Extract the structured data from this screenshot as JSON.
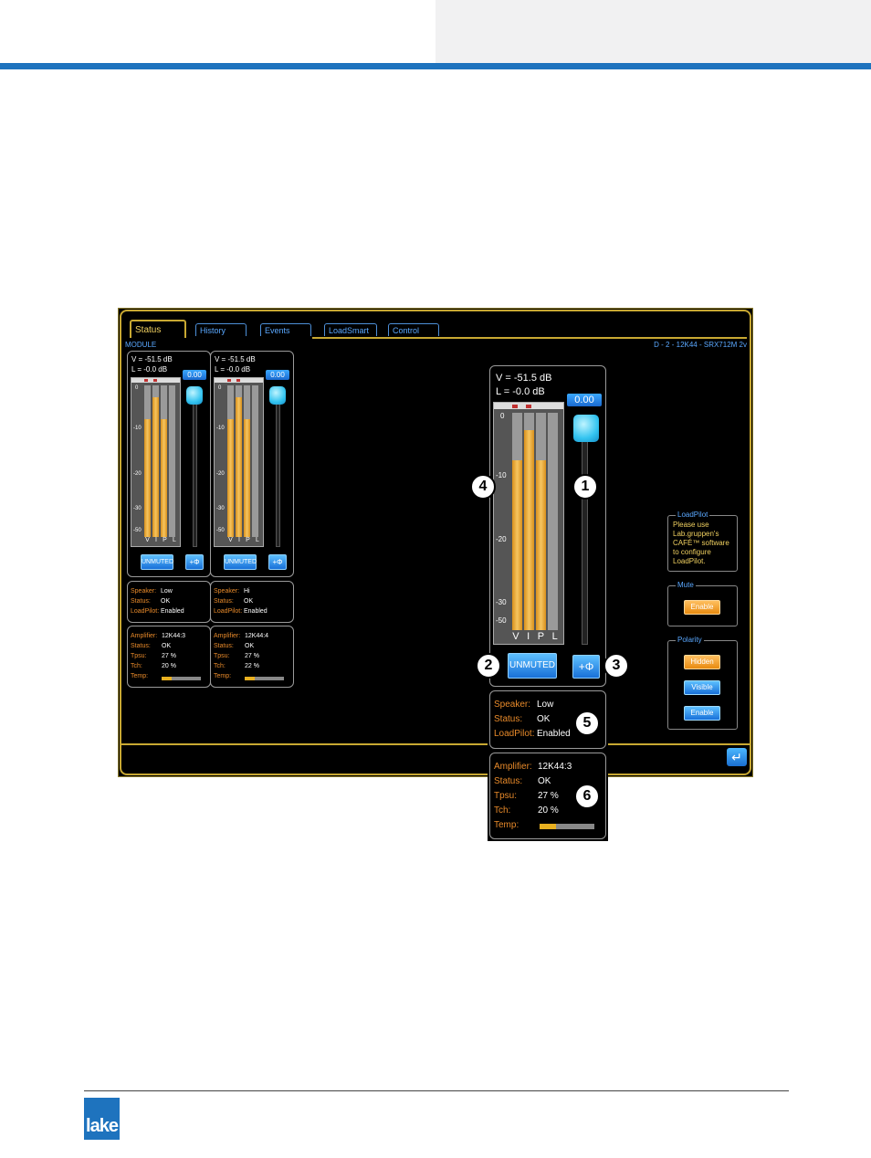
{
  "tabs": [
    {
      "label": "Status",
      "active": true
    },
    {
      "label": "History"
    },
    {
      "label": "Events"
    },
    {
      "label": "LoadSmart"
    },
    {
      "label": "Control"
    }
  ],
  "module_label": "MODULE",
  "device_label": "D - 2 - 12K44 - SRX712M 2v",
  "channels": [
    {
      "v": "V = -51.5 dB",
      "l": "L = -0.0 dB",
      "gain": "0.00",
      "meters": {
        "V": 0.78,
        "I": 0.92,
        "P": 0.78,
        "L": 0.0
      },
      "mute_label": "UNMUTED",
      "polarity_label": "+Φ",
      "speaker": {
        "k": "Speaker:",
        "v": "Low"
      },
      "status": {
        "k": "Status:",
        "v": "OK"
      },
      "loadpilot": {
        "k": "LoadPilot:",
        "v": "Enabled"
      },
      "amplifier": {
        "k": "Amplifier:",
        "v": "12K44:3"
      },
      "amp_status": {
        "k": "Status:",
        "v": "OK"
      },
      "tpsu": {
        "k": "Tpsu:",
        "v": "27 %"
      },
      "tch": {
        "k": "Tch:",
        "v": "20 %"
      },
      "temp": {
        "k": "Temp:",
        "level": 0.25
      }
    },
    {
      "v": "V = -51.5 dB",
      "l": "L = -0.0 dB",
      "gain": "0.00",
      "meters": {
        "V": 0.78,
        "I": 0.92,
        "P": 0.78,
        "L": 0.0
      },
      "mute_label": "UNMUTED",
      "polarity_label": "+Φ",
      "speaker": {
        "k": "Speaker:",
        "v": "Hi"
      },
      "status": {
        "k": "Status:",
        "v": "OK"
      },
      "loadpilot": {
        "k": "LoadPilot:",
        "v": "Enabled"
      },
      "amplifier": {
        "k": "Amplifier:",
        "v": "12K44:4"
      },
      "amp_status": {
        "k": "Status:",
        "v": "OK"
      },
      "tpsu": {
        "k": "Tpsu:",
        "v": "27 %"
      },
      "tch": {
        "k": "Tch:",
        "v": "22 %"
      },
      "temp": {
        "k": "Temp:",
        "level": 0.25
      }
    }
  ],
  "zoom": {
    "v": "V = -51.5 dB",
    "l": "L = -0.0 dB",
    "gain": "0.00",
    "meters": {
      "V": 0.78,
      "I": 0.92,
      "P": 0.78,
      "L": 0.0
    },
    "mute_label": "UNMUTED",
    "polarity_label": "+Φ",
    "speaker": {
      "k": "Speaker:",
      "v": "Low"
    },
    "status": {
      "k": "Status:",
      "v": "OK"
    },
    "loadpilot": {
      "k": "LoadPilot:",
      "v": "Enabled"
    },
    "amplifier": {
      "k": "Amplifier:",
      "v": "12K44:3"
    },
    "amp_status": {
      "k": "Status:",
      "v": "OK"
    },
    "tpsu": {
      "k": "Tpsu:",
      "v": "27 %"
    },
    "tch": {
      "k": "Tch:",
      "v": "20 %"
    },
    "temp": {
      "k": "Temp:",
      "level": 0.3
    }
  },
  "meter_scale": [
    "0",
    "-10",
    "-20",
    "-30",
    "-50"
  ],
  "meter_letters": [
    "V",
    "I",
    "P",
    "L"
  ],
  "side": {
    "loadpilot_title": "LoadPilot",
    "loadpilot_text": [
      "Please use",
      "Lab.gruppen's",
      "CAFÉ™ software",
      "to configure",
      "LoadPilot."
    ],
    "mute_title": "Mute",
    "mute_enable": "Enable",
    "polarity_title": "Polarity",
    "polarity_hidden": "Hidden",
    "polarity_visible": "Visible",
    "polarity_enable": "Enable"
  },
  "enter_icon": "↵",
  "callouts": [
    "1",
    "2",
    "3",
    "4",
    "5",
    "6"
  ],
  "logo_text": "lake",
  "colors": {
    "accent_blue": "#1e73be",
    "frame_gold": "#c8a832",
    "meter_orange": "#f0a030",
    "label_orange": "#e88a2a"
  }
}
